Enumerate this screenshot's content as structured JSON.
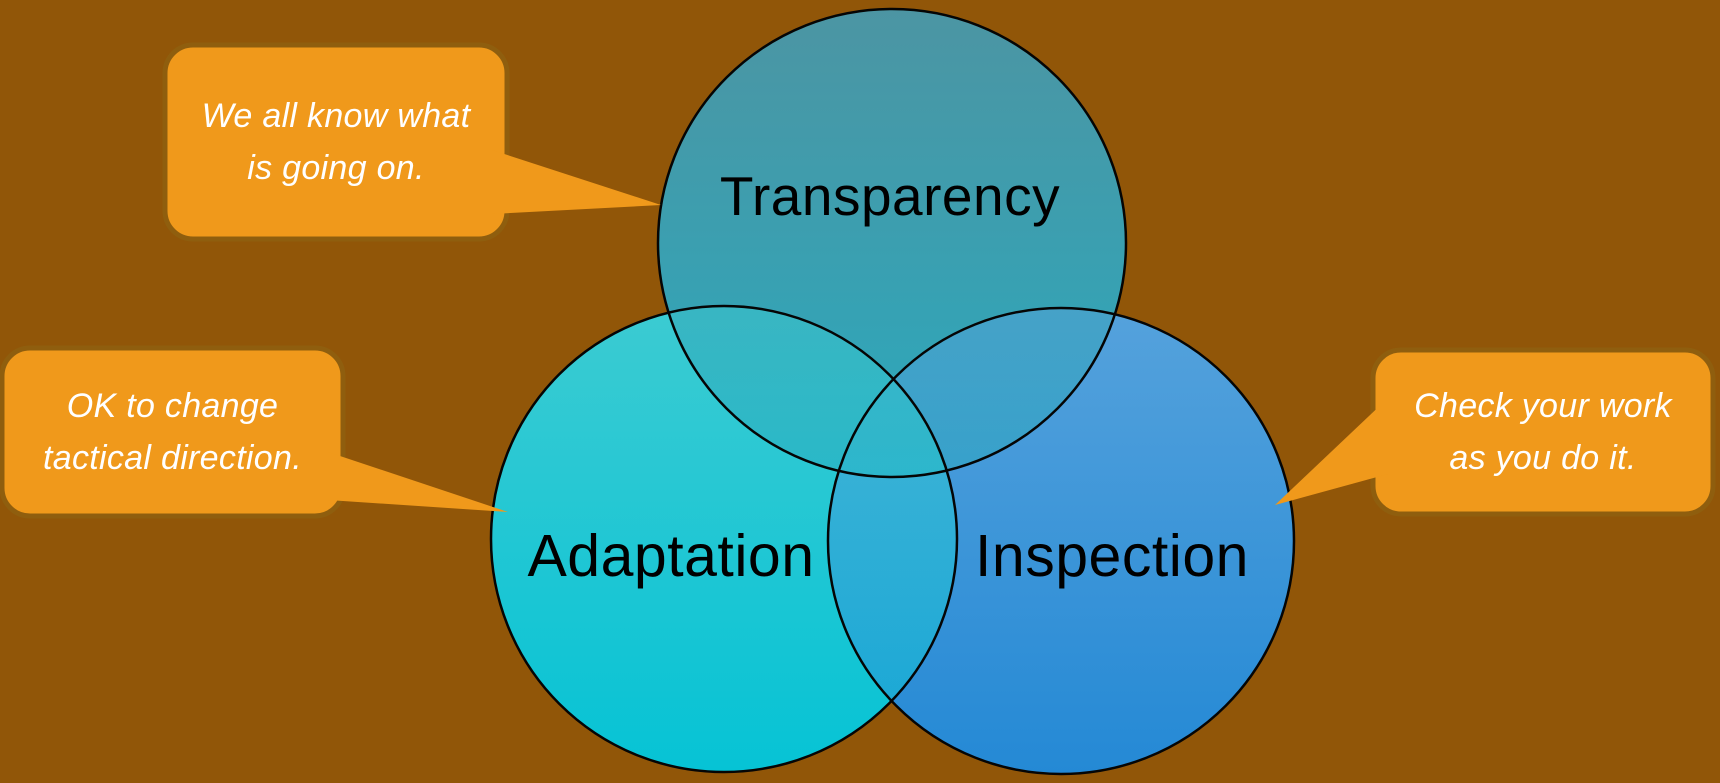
{
  "background_color": "#915608",
  "venn": {
    "outline_color": "#050505",
    "label_color": "#000000",
    "circles": [
      {
        "label": "Transparency",
        "fill_top": "#4C95A3",
        "fill_bottom": "#2AA9BD"
      },
      {
        "label": "Adaptation",
        "fill_top": "#3CCBD2",
        "fill_bottom": "#06C3D5"
      },
      {
        "label": "Inspection",
        "fill_top": "#55A2DC",
        "fill_bottom": "#2489D5"
      }
    ]
  },
  "callout_style": {
    "fill": "#F0991B",
    "border": "#8F5E0E",
    "text_color": "#FFFFFF"
  },
  "callouts": [
    {
      "line1": "We all know what",
      "line2": "is going on.",
      "points_to": "Transparency"
    },
    {
      "line1": "OK to change",
      "line2": "tactical direction.",
      "points_to": "Adaptation"
    },
    {
      "line1": "Check your work",
      "line2": "as you do it.",
      "points_to": "Inspection"
    }
  ]
}
